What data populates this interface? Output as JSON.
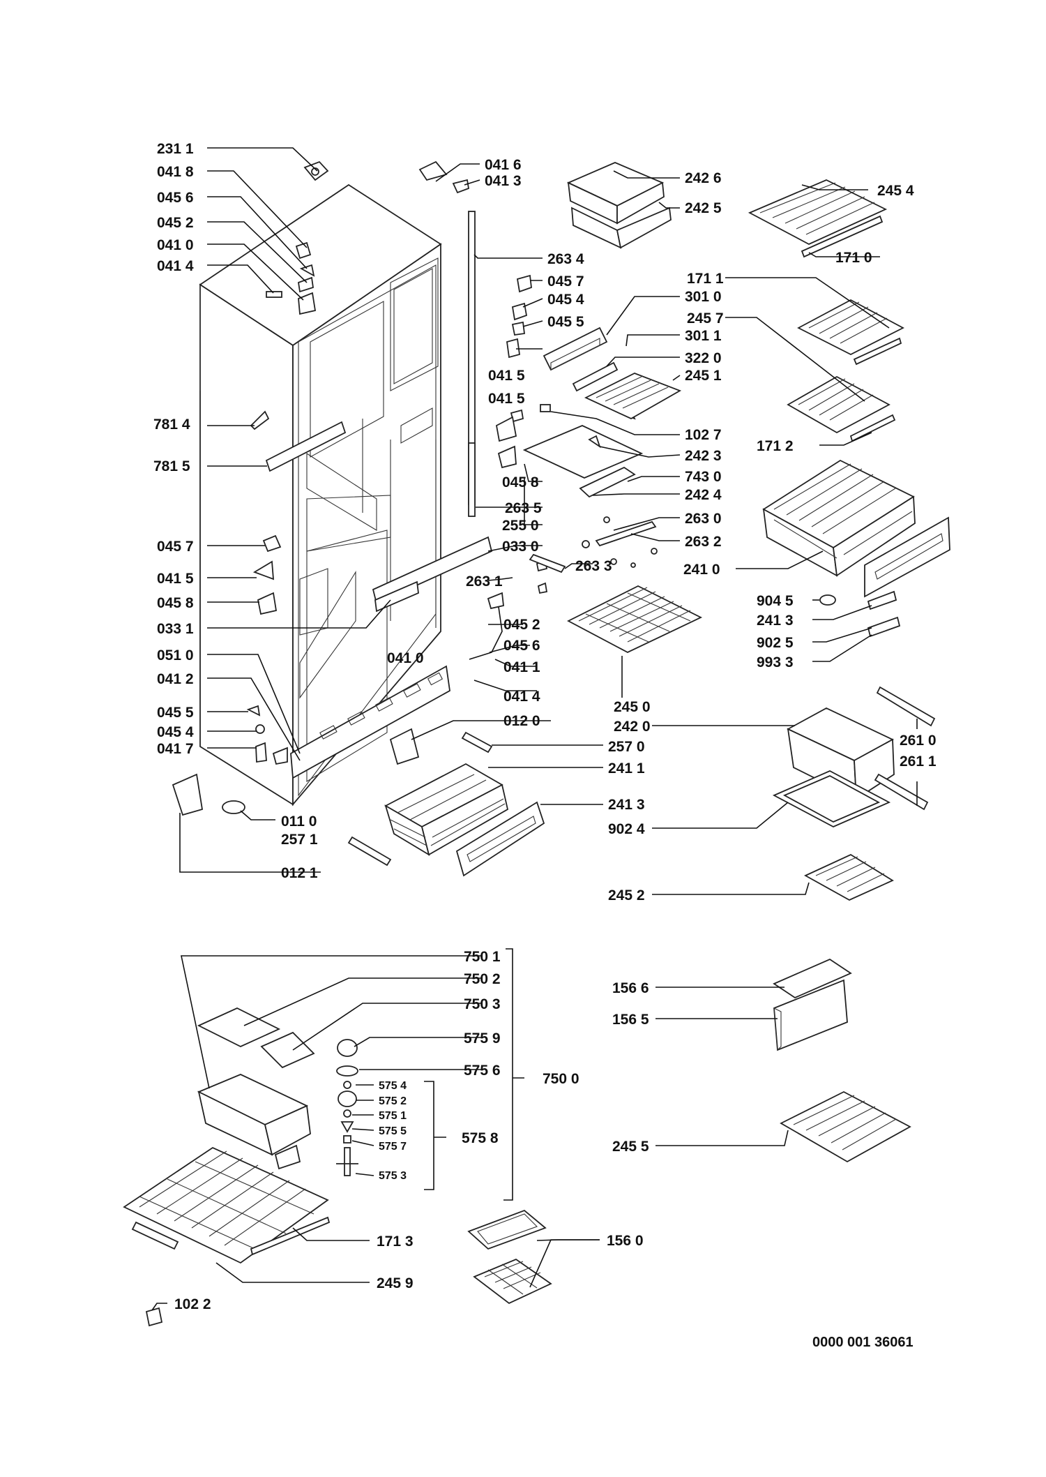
{
  "labels": {
    "l2311": "231 1",
    "l0418": "041 8",
    "l0456a": "045 6",
    "l0452a": "045 2",
    "l0410a": "041 0",
    "l0414a": "041 4",
    "l0416": "041 6",
    "l0413": "041 3",
    "l2634": "263 4",
    "l0457a": "045 7",
    "l0454a": "045 4",
    "l0455a": "045 5",
    "l0415a": "041 5",
    "l0415b": "041 5",
    "l0458a": "045 8",
    "l2635": "263 5",
    "l2550": "255 0",
    "l0330": "033 0",
    "l2631": "263 1",
    "l7814": "781 4",
    "l7815": "781 5",
    "l0457b": "045 7",
    "l0415c": "041 5",
    "l0458b": "045 8",
    "l0331": "033 1",
    "l0510": "051 0",
    "l0412": "041 2",
    "l0455b": "045 5",
    "l0454b": "045 4",
    "l0417": "041 7",
    "l0410b": "041 0",
    "l0452b": "045 2",
    "l0456b": "045 6",
    "l0411": "041 1",
    "l0414b": "041 4",
    "l0120": "012 0",
    "l0110": "011 0",
    "l2571": "257 1",
    "l0121": "012 1",
    "l2426": "242 6",
    "l2425": "242 5",
    "l3010": "301 0",
    "l3011": "301 1",
    "l3220": "322 0",
    "l2451": "245 1",
    "l1027": "102 7",
    "l2423": "242 3",
    "l7430": "743 0",
    "l2424": "242 4",
    "l2630": "263 0",
    "l2632": "263 2",
    "l2633": "263 3",
    "l2450": "245 0",
    "l2420": "242 0",
    "l2570": "257 0",
    "l2411": "241 1",
    "l2413a": "241 3",
    "l9024": "902 4",
    "l2452": "245 2",
    "l2454": "245 4",
    "l1710": "171 0",
    "l1711": "171 1",
    "l2457": "245 7",
    "l1712": "171 2",
    "l2410": "241 0",
    "l9045": "904 5",
    "l2413b": "241 3",
    "l9025": "902 5",
    "l9933": "993 3",
    "l2610": "261 0",
    "l2611": "261 1",
    "l7501": "750 1",
    "l7502": "750 2",
    "l7503": "750 3",
    "l5759": "575 9",
    "l5756": "575 6",
    "l7500": "750 0",
    "l5754": "575 4",
    "l5752": "575 2",
    "l5751": "575 1",
    "l5755": "575 5",
    "l5757": "575 7",
    "l5753": "575 3",
    "l5758": "575 8",
    "l1713": "171 3",
    "l2459": "245 9",
    "l1022": "102 2",
    "l1566": "156 6",
    "l1565": "156 5",
    "l2455": "245 5",
    "l1560": "156 0"
  },
  "document_number": "0000 001 36061"
}
